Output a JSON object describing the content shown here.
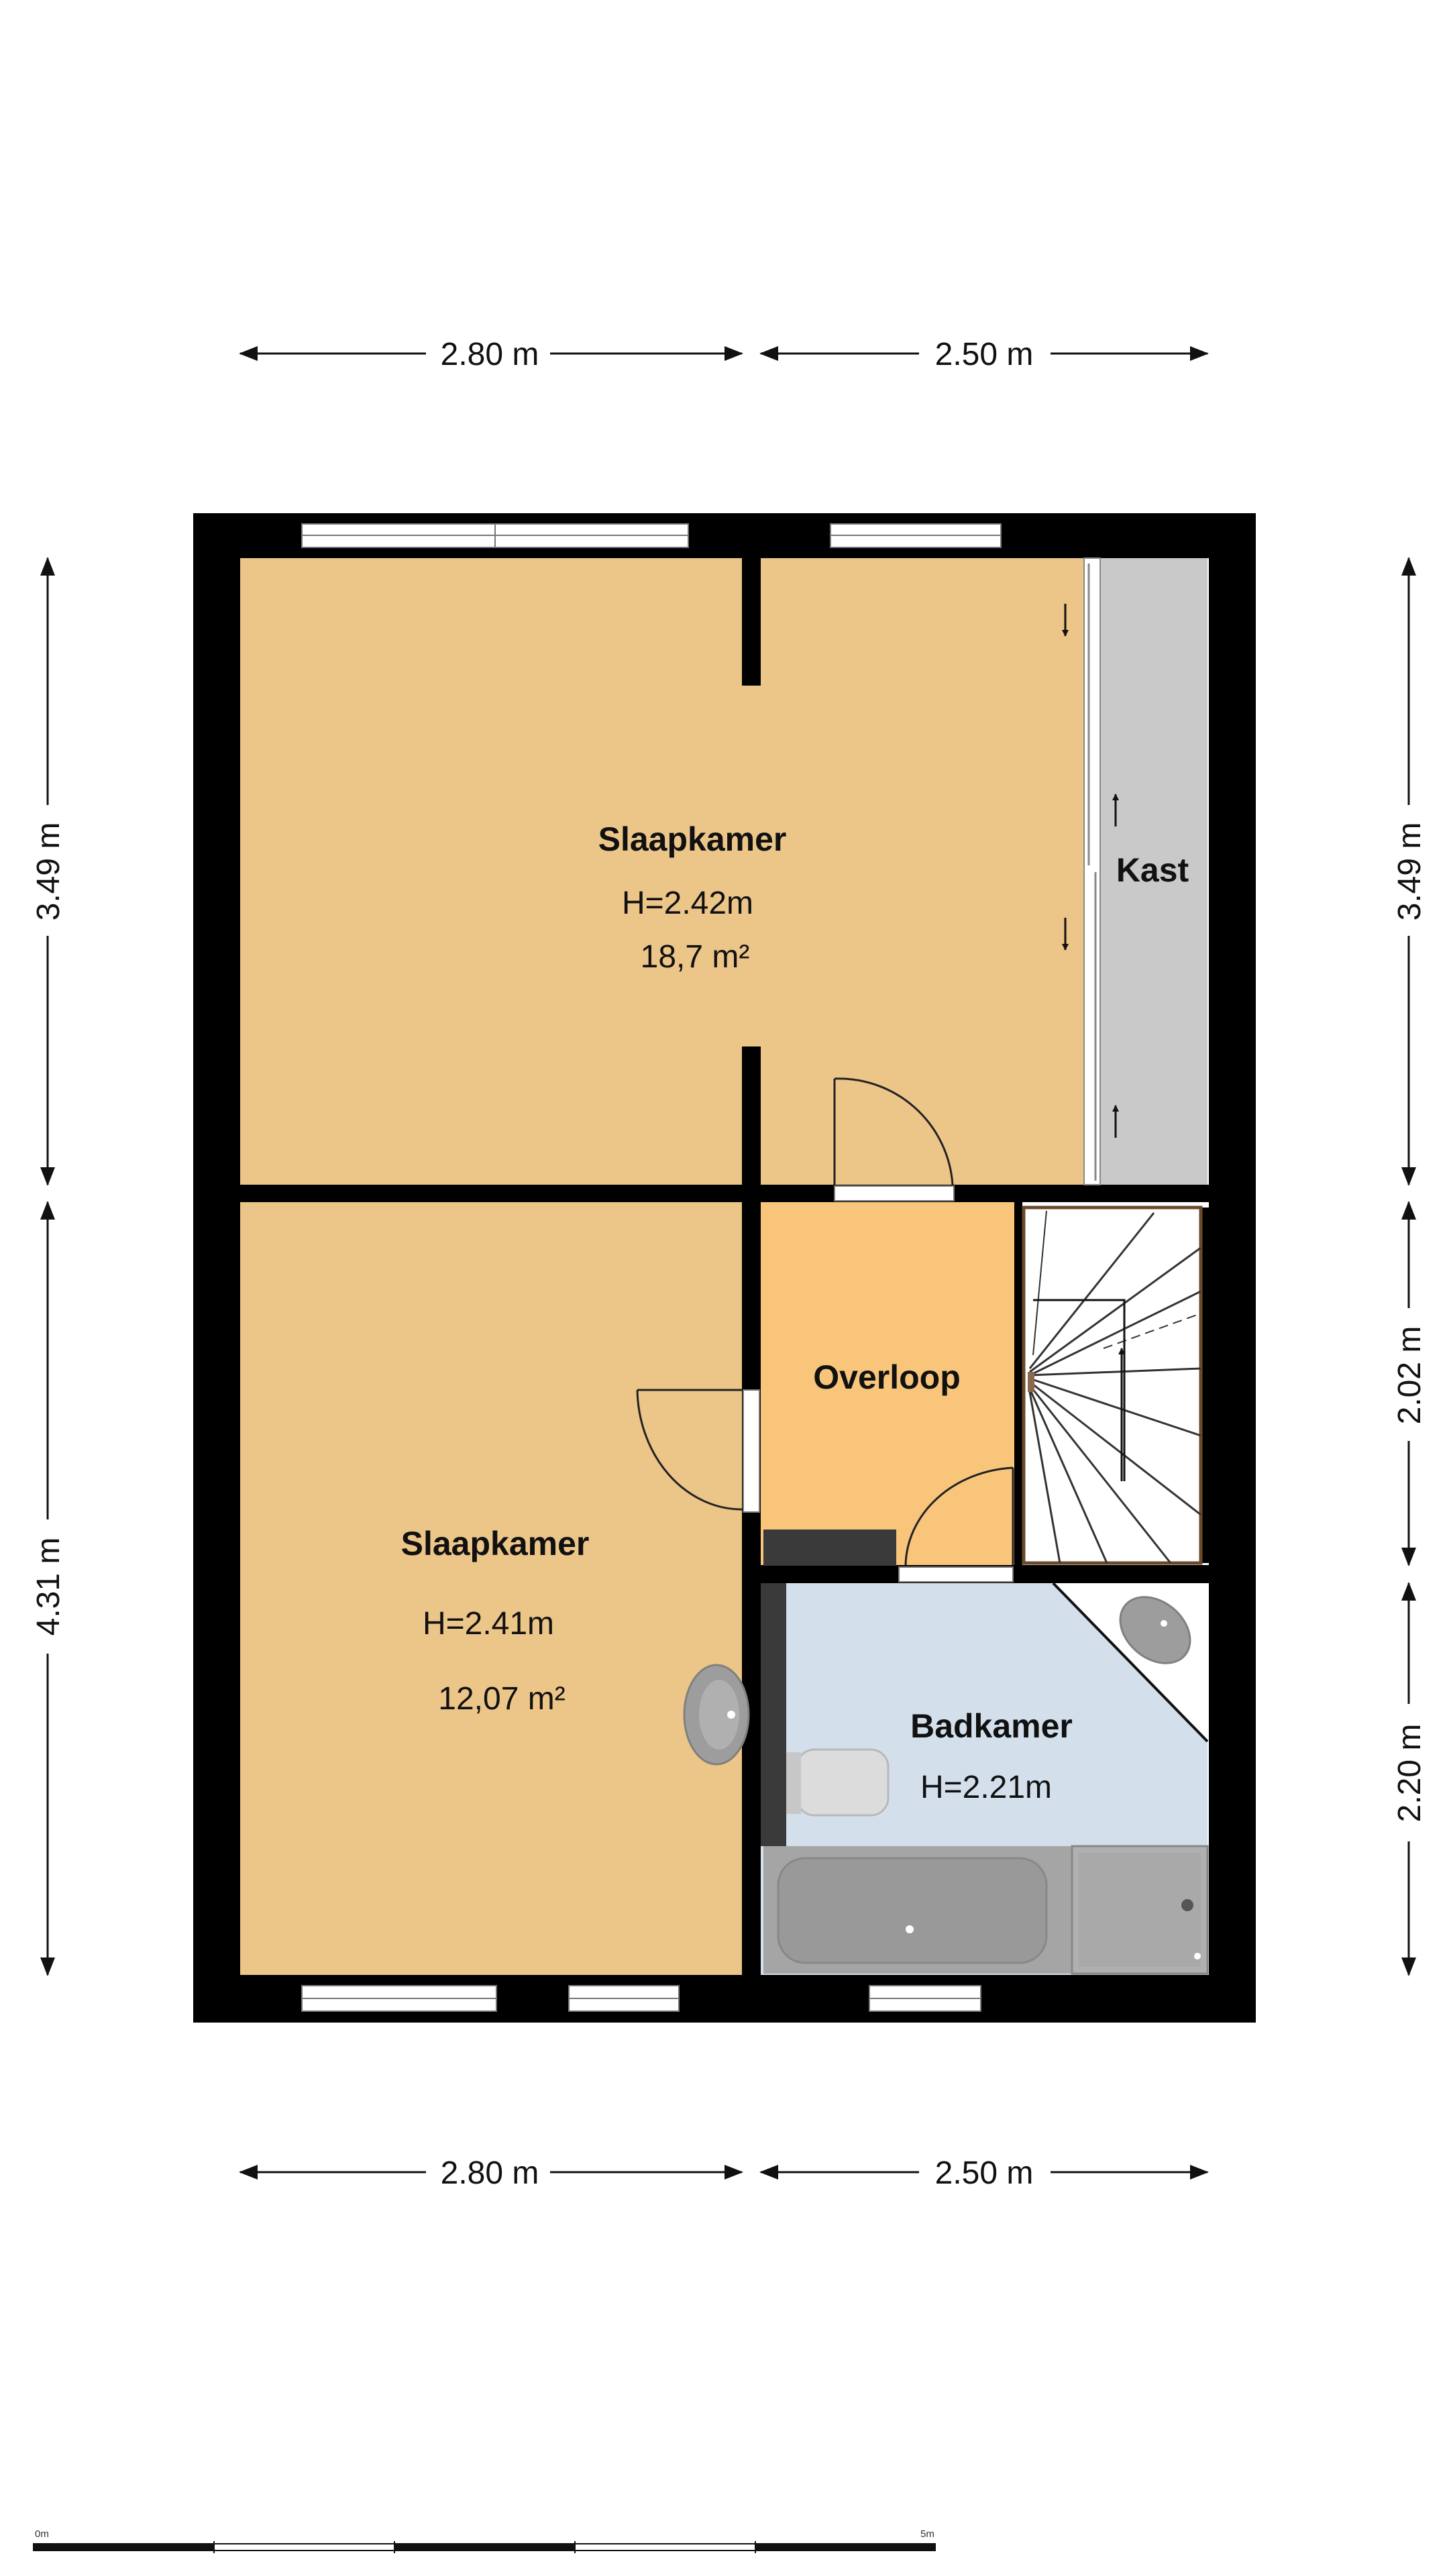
{
  "dimensions": {
    "top": [
      "2.80 m",
      "2.50 m"
    ],
    "bottom": [
      "2.80 m",
      "2.50 m"
    ],
    "left": [
      "3.49 m",
      "4.31 m"
    ],
    "right": [
      "3.49 m",
      "2.02 m",
      "2.20 m"
    ]
  },
  "rooms": {
    "bedroom_top": {
      "name": "Slaapkamer",
      "height": "H=2.42m",
      "area": "18,7 m²"
    },
    "closet": {
      "name": "Kast"
    },
    "bedroom_bottom": {
      "name": "Slaapkamer",
      "height": "H=2.41m",
      "area": "12,07 m²"
    },
    "landing": {
      "name": "Overloop"
    },
    "bathroom": {
      "name": "Badkamer",
      "height": "H=2.21m"
    }
  },
  "scale_bar": {
    "start": "0m",
    "end": "5m"
  },
  "colors": {
    "bedroom": "#ecc589",
    "landing": "#f8c57b",
    "bathroom": "#d3e0ec",
    "closet": "#c9c9c9",
    "wall": "#000000",
    "fixture": "#a9a9a9"
  }
}
